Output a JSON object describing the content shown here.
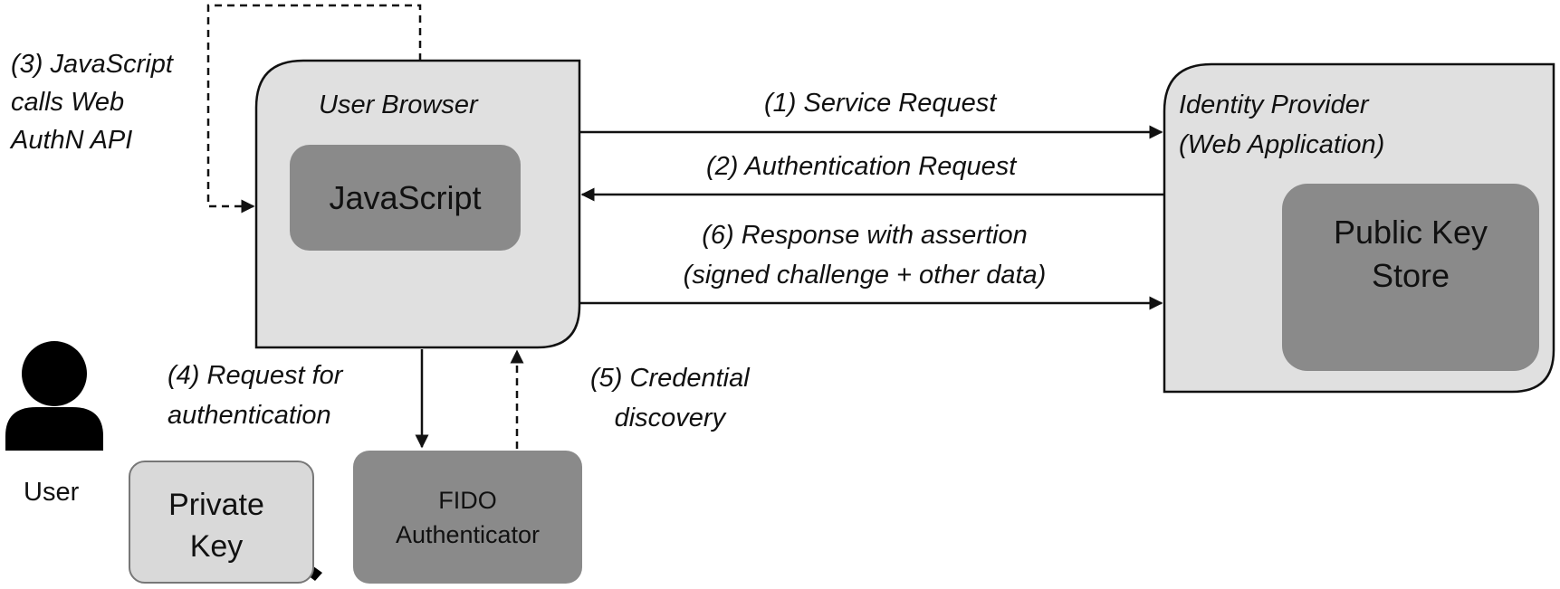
{
  "actors": {
    "user": "User",
    "browser": "User Browser",
    "javascript": "JavaScript",
    "idp_line1": "Identity Provider",
    "idp_line2": "(Web Application)",
    "pubkey_line1": "Public Key",
    "pubkey_line2": "Store",
    "privkey_line1": "Private",
    "privkey_line2": "Key",
    "fido_line1": "FIDO",
    "fido_line2": "Authenticator"
  },
  "steps": {
    "s1": "(1) Service Request",
    "s2": "(2) Authentication Request",
    "s3_line1": "(3) JavaScript",
    "s3_line2": "calls Web",
    "s3_line3": "AuthN API",
    "s4_line1": "(4) Request for",
    "s4_line2": "authentication",
    "s5_line1": "(5) Credential",
    "s5_line2": "discovery",
    "s6_line1": "(6) Response with assertion",
    "s6_line2": "(signed challenge + other data)"
  },
  "icons": {
    "user": "person-icon",
    "public_key": "key-icon",
    "private_key": "key-icon"
  },
  "colors": {
    "outer_box": "#e0e0e0",
    "inner_box": "#8a8a8a",
    "private_box": "#d9d9d9",
    "stroke": "#111111"
  }
}
